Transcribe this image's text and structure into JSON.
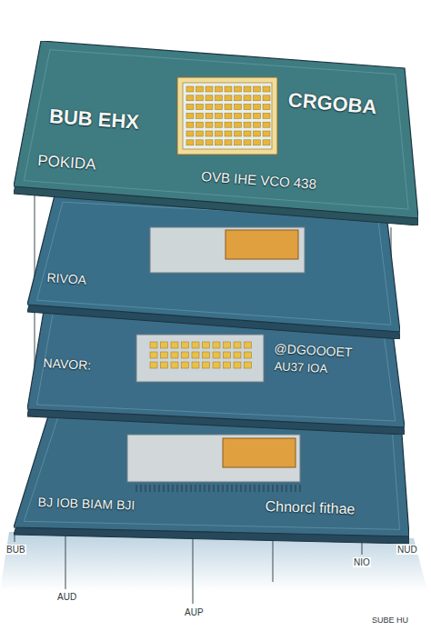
{
  "diagram": {
    "nodes": [
      {
        "text": [
          "BUB EHX",
          "CRGOBA",
          "POKIDA",
          "OVB IHE VCO 438"
        ]
      },
      {
        "text": [
          "RIVOA"
        ]
      },
      {
        "text": [
          "NAVOR:",
          "@DGOOOET",
          "AU37 IOA"
        ]
      },
      {
        "text": [
          "BJ IOB BIAM BJI",
          "Chnorcl fithae"
        ]
      }
    ],
    "labels": [
      "BUB",
      "NUD",
      "NIO",
      "AUD",
      "AUP",
      "SUBE HU"
    ]
  }
}
